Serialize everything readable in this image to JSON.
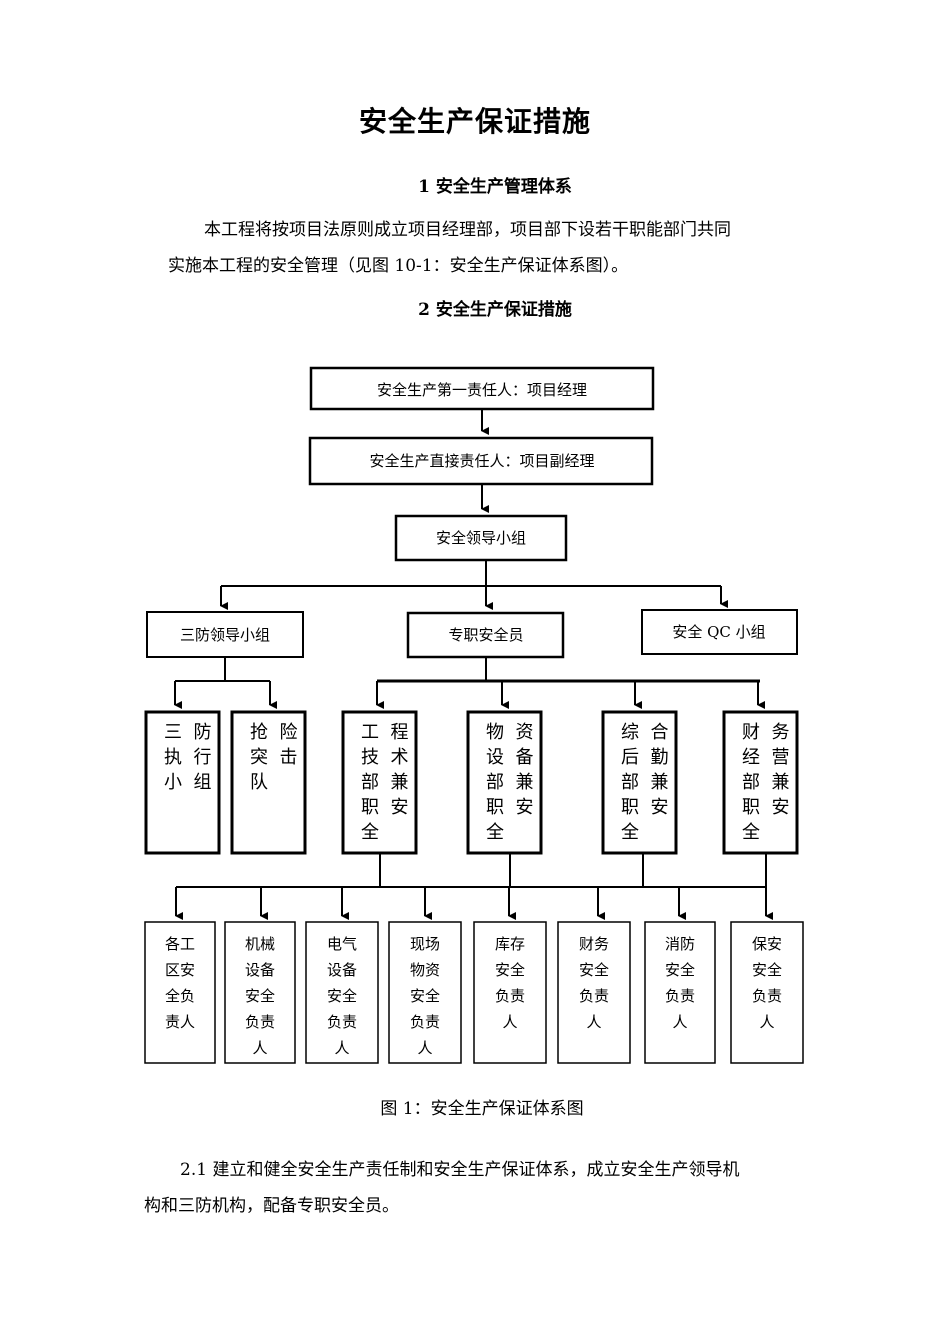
{
  "doc": {
    "title": "安全生产保证措施",
    "section1": "1 安全生产管理体系",
    "para1_line1": "本工程将按项目法原则成立项目经理部，项目部下设若干职能部门共同",
    "para1_line2": "实施本工程的安全管理（见图 10-1：安全生产保证体系图）。",
    "section2": "2 安全生产保证措施",
    "caption": "图 1：安全生产保证体系图",
    "para2_line1": "2.1 建立和健全安全生产责任制和安全生产保证体系，成立安全生产领导机",
    "para2_line2": "构和三防机构，配备专职安全员。"
  },
  "chart": {
    "top1": "安全生产第一责任人：项目经理",
    "top2": "安全生产直接责任人：项目副经理",
    "leader": "安全领导小组",
    "mid": [
      "三防领导小组",
      "专职安全员",
      "安全 QC 小组"
    ],
    "depts": [
      [
        "三  防",
        "执  行",
        "小  组"
      ],
      [
        "抢  险",
        "突  击",
        "队"
      ],
      [
        "工  程",
        "技  术",
        "部  兼",
        "职  安",
        "全"
      ],
      [
        "物  资",
        "设  备",
        "部  兼",
        "职  安",
        "全"
      ],
      [
        "综  合",
        "后  勤",
        "部  兼",
        "职  安",
        "全"
      ],
      [
        "财  务",
        "经  营",
        "部  兼",
        "职  安",
        "全"
      ]
    ],
    "bottom": [
      [
        "各工",
        "区安",
        "全负",
        "责人"
      ],
      [
        "机械",
        "设备",
        "安全",
        "负责",
        "人"
      ],
      [
        "电气",
        "设备",
        "安全",
        "负责",
        "人"
      ],
      [
        "现场",
        "物资",
        "安全",
        "负责",
        "人"
      ],
      [
        "库存",
        "安全",
        "负责",
        "人"
      ],
      [
        "财务",
        "安全",
        "负责",
        "人"
      ],
      [
        "消防",
        "安全",
        "负责",
        "人"
      ],
      [
        "保安",
        "安全",
        "负责",
        "人"
      ]
    ]
  }
}
